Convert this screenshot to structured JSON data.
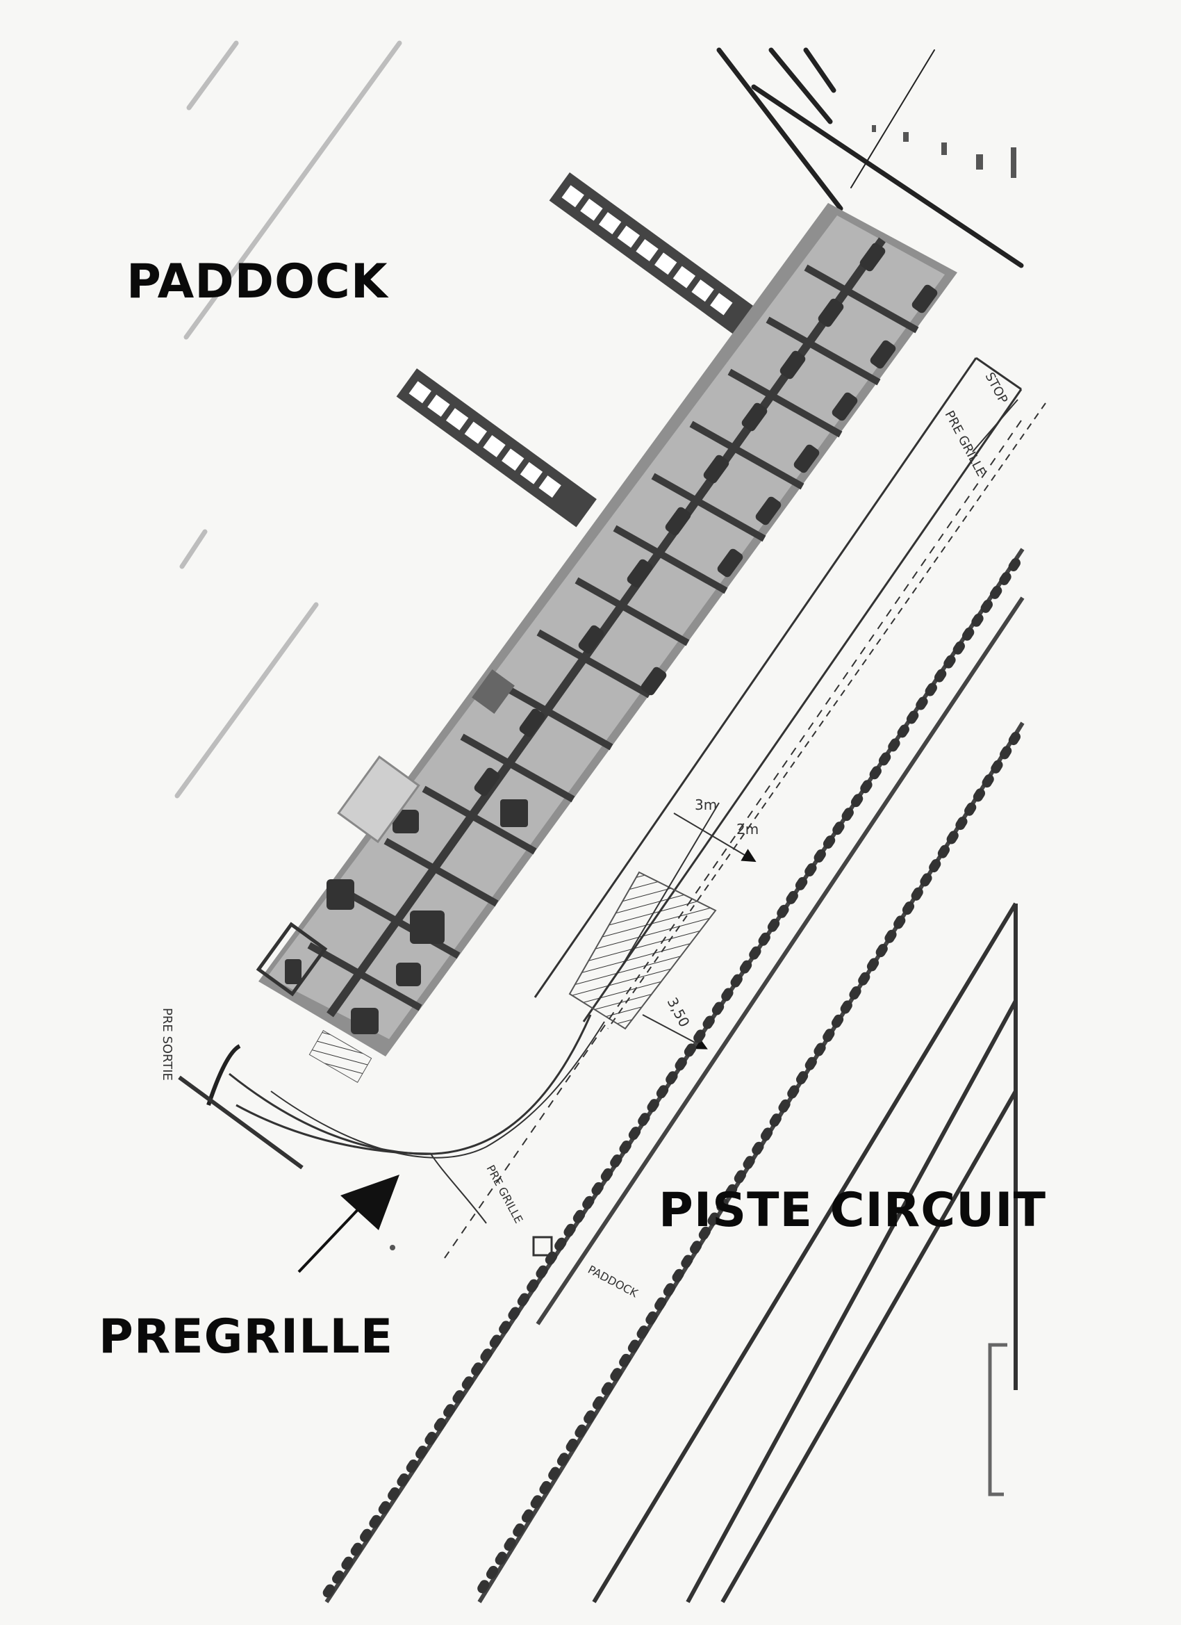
{
  "labels": {
    "paddock": "PADDOCK",
    "piste_circuit": "PISTE CIRCUIT",
    "pregrille": "PREGRILLE"
  },
  "annotations": {
    "stop": "STOP",
    "pre_grille": "PRE GRILLE",
    "width_3m": "3m",
    "width_2m": "2m",
    "width_350": "3,50",
    "paddock_small": "PADDOCK",
    "pre_sortie": "PRE SORTIE",
    "pre_grille_small": "PRE GRILLE"
  },
  "colors": {
    "ink": "#111111",
    "building_fill": "#9a9a9a",
    "box_fill": "#b8b8b8",
    "gray_line": "#b5b5b5",
    "paper": "#f7f7f5"
  }
}
